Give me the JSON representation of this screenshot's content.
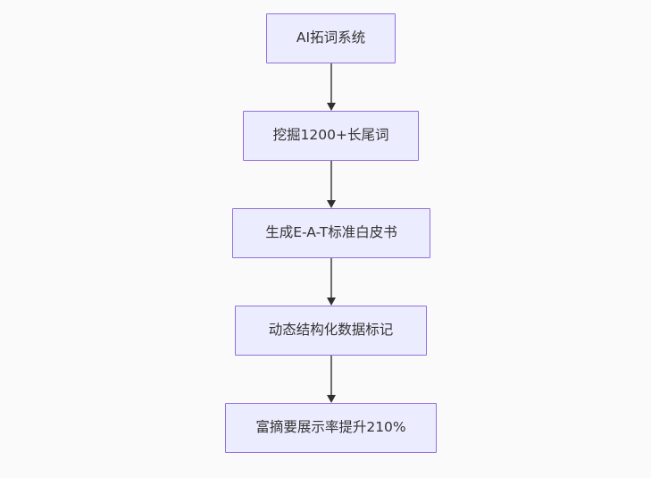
{
  "colors": {
    "page-bg": "#fafafa",
    "node-fill": "#ececff",
    "node-border": "#9370db",
    "node-text": "#333333",
    "edge-line": "#6e6e6e",
    "edge-head": "#2f2f2f"
  },
  "flowchart": {
    "type": "flowchart",
    "direction": "top-to-bottom",
    "nodes": [
      {
        "id": "A",
        "label": "AI拓词系统"
      },
      {
        "id": "B",
        "label": "挖掘1200+长尾词"
      },
      {
        "id": "C",
        "label": "生成E-A-T标准白皮书"
      },
      {
        "id": "D",
        "label": "动态结构化数据标记"
      },
      {
        "id": "E",
        "label": "富摘要展示率提升210%"
      }
    ],
    "edges": [
      {
        "from": "A",
        "to": "B"
      },
      {
        "from": "B",
        "to": "C"
      },
      {
        "from": "C",
        "to": "D"
      },
      {
        "from": "D",
        "to": "E"
      }
    ]
  }
}
